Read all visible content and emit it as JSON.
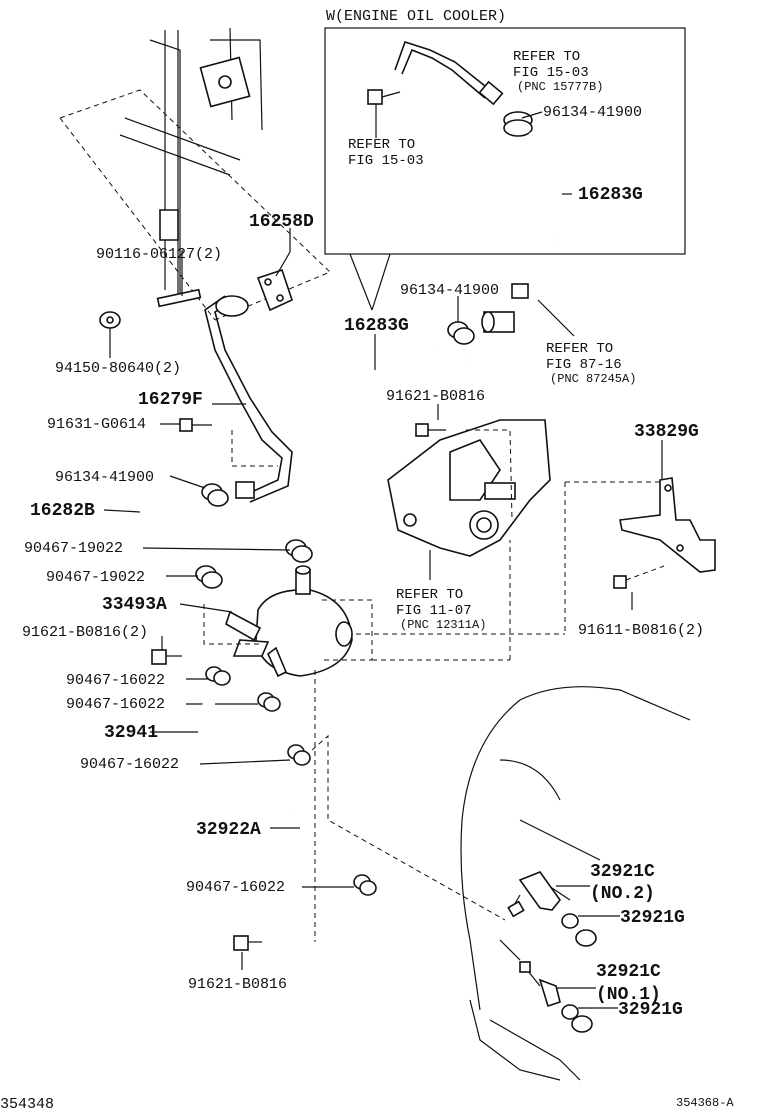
{
  "inset": {
    "title": "W(ENGINE OIL COOLER)"
  },
  "labels": {
    "p16258D": "16258D",
    "p90116": "90116-06127(2)",
    "p94150": "94150-80640(2)",
    "p16279F": "16279F",
    "p91631": "91631-G0614",
    "p96134a": "96134-41900",
    "p16282B": "16282B",
    "p90467_19022a": "90467-19022",
    "p90467_19022b": "90467-19022",
    "p33493A": "33493A",
    "p91621_2": "91621-B0816(2)",
    "p90467_16022a": "90467-16022",
    "p90467_16022b": "90467-16022",
    "p32941": "32941",
    "p90467_16022c": "90467-16022",
    "p32922A": "32922A",
    "p90467_16022d": "90467-16022",
    "p91621_b": "91621-B0816",
    "p16283G_main": "16283G",
    "p96134b": "96134-41900",
    "p91621_c": "91621-B0816",
    "p33829G": "33829G",
    "p91611": "91611-B0816(2)",
    "p32921C_2": "32921C",
    "p32921C_2_sub": "(NO.2)",
    "p32921G_a": "32921G",
    "p32921C_1": "32921C",
    "p32921C_1_sub": "(NO.1)",
    "p32921G_b": "32921G",
    "in_96134": "96134-41900",
    "in_16283G": "16283G"
  },
  "notes": {
    "ref_fig15_a_1": "REFER TO",
    "ref_fig15_a_2": "FIG 15-03",
    "ref_fig15_a_3": "(PNC 15777B)",
    "ref_fig15_b_1": "REFER TO",
    "ref_fig15_b_2": "FIG 15-03",
    "ref_fig87_1": "REFER TO",
    "ref_fig87_2": "FIG 87-16",
    "ref_fig87_3": "(PNC 87245A)",
    "ref_fig11_1": "REFER TO",
    "ref_fig11_2": "FIG 11-07",
    "ref_fig11_3": "(PNC 12311A)"
  },
  "footer": {
    "left_id": "354348",
    "right_id": "354368-A"
  }
}
